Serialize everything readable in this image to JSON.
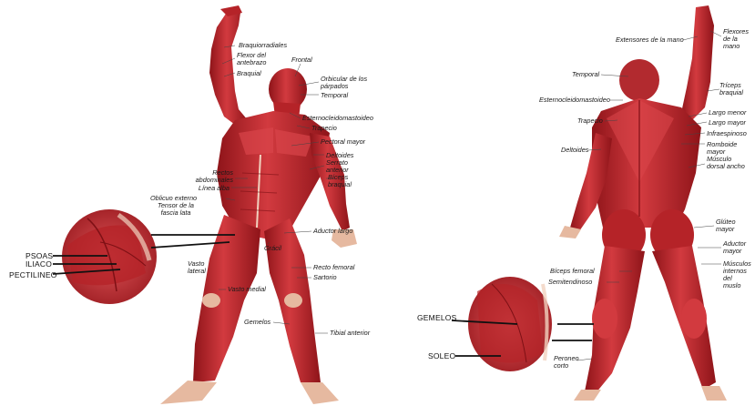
{
  "anterior_labels": {
    "braquiorradiales": "Braquiorradiales",
    "flexor_antebrazo": "Flexor del\nantebrazo",
    "braquial": "Braquial",
    "frontal": "Frontal",
    "orbicular": "Orbicular de los\npárpados",
    "temporal": "Temporal",
    "esternocleidomastoideo": "Esternocleidomastoideo",
    "trapecio": "Trapecio",
    "pectoral_mayor": "Pectoral mayor",
    "deltoides": "Deltoides",
    "serrato": "Serrato\nanterior",
    "biceps": "Bíceps\nbraquial",
    "rectos": "Rectos\nabdominales",
    "linea_alba": "Línea alba",
    "oblicuo": "Oblicuo externo",
    "tensor": "Tensor de la\nfascia lata",
    "aductor": "Aductor largo",
    "recto_femoral": "Recto femoral",
    "sartorio": "Sartorio",
    "vasto_lateral": "Vasto\nlateral",
    "gracil": "Grácil",
    "vasto_medial": "Vasto medial",
    "gemelos": "Gemelos",
    "tibial": "Tibial anterior"
  },
  "anterior_inset": {
    "psoas": "PSOAS",
    "iliaco": "ILIACO",
    "pectineo": "PECTILINEO"
  },
  "posterior_labels": {
    "extensores": "Extensores de la mano",
    "flexores": "Flexores\nde la mano",
    "temporal": "Temporal",
    "triceps": "Tríceps\nbraquial",
    "esternocleido": "Esternocleidomastoideo",
    "largo_menor": "Largo menor",
    "largo_mayor": "Largo mayor",
    "trapecio": "Trapecio",
    "infraespinoso": "Infraespinoso",
    "romboide": "Romboide mayor",
    "deltoides": "Deltoides",
    "dorsal": "Músculo\ndorsal ancho",
    "gluteo": "Glúteo\nmayor",
    "aductor_mayor": "Aductor\nmayor",
    "biceps_femoral": "Bíceps femoral",
    "musculos_internos": "Músculos\ninternos del\nmuslo",
    "semitendinoso": "Semitendinoso",
    "peroneo": "Peroneo\ncorto"
  },
  "posterior_inset": {
    "gemelos": "GEMELOS",
    "soleo": "SOLEO"
  },
  "colors": {
    "muscle": "#c1272d",
    "muscle_dark": "#8e1419",
    "muscle_light": "#e0565a",
    "tendon": "#f1d2bf"
  }
}
